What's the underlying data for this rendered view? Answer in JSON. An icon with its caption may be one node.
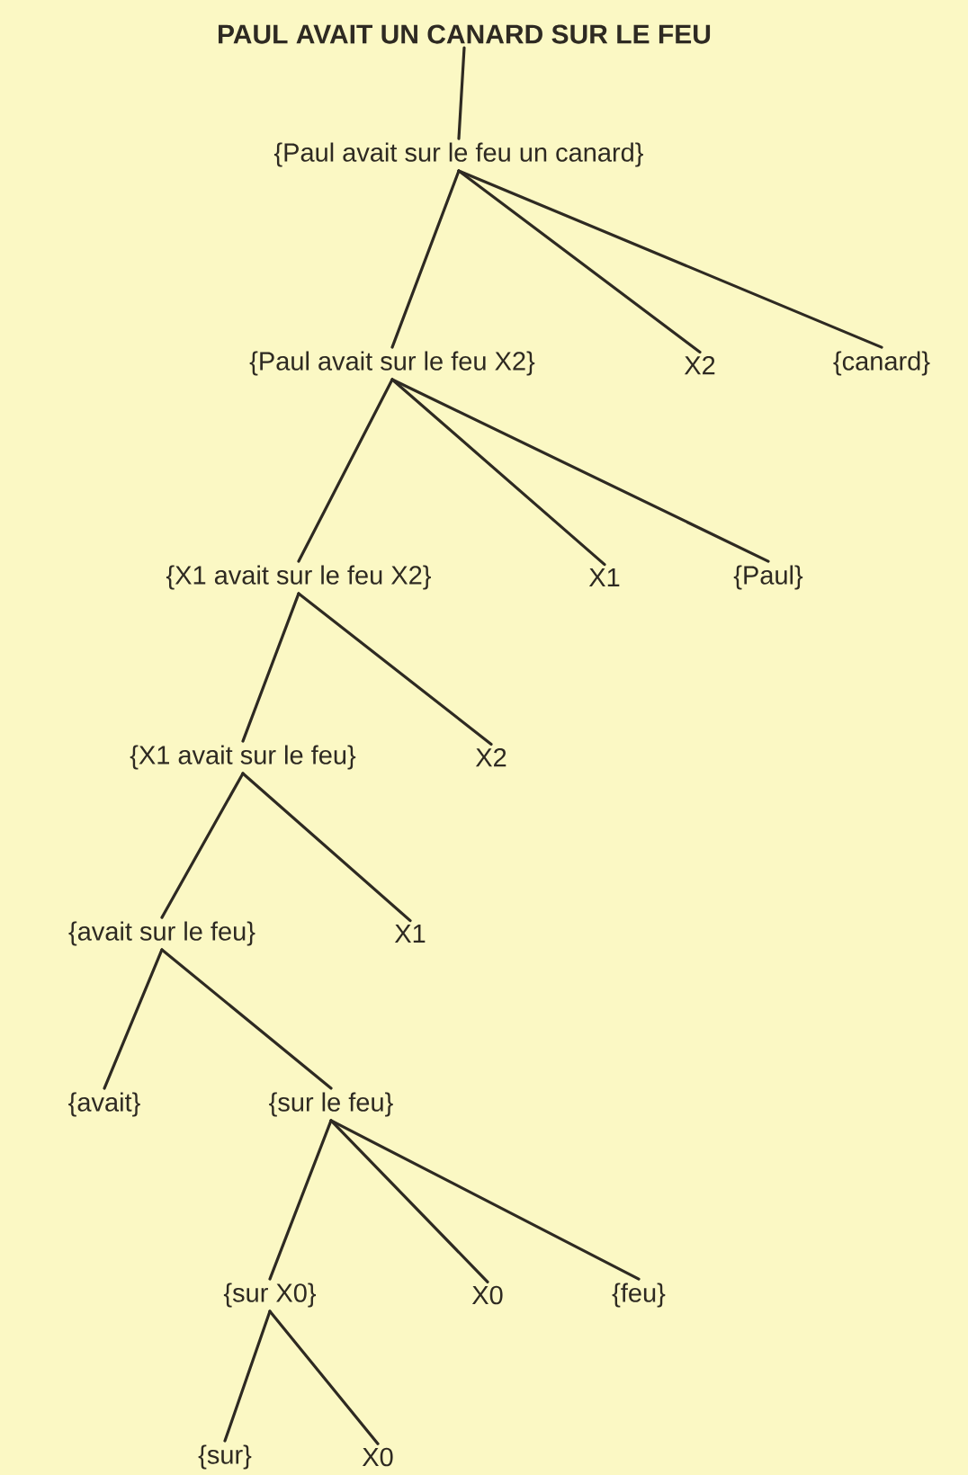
{
  "diagram": {
    "nodes": [
      {
        "text": [
          "PAUL AVAIT UN CANARD SUR LE FEU"
        ]
      },
      {
        "text": [
          "{Paul avait sur le feu un canard}"
        ]
      },
      {
        "text": [
          "{Paul avait sur le feu X2}"
        ]
      },
      {
        "text": [
          "X2"
        ]
      },
      {
        "text": [
          "{canard}"
        ]
      },
      {
        "text": [
          "{X1 avait sur le feu X2}"
        ]
      },
      {
        "text": [
          "X1"
        ]
      },
      {
        "text": [
          "{Paul}"
        ]
      },
      {
        "text": [
          "{X1 avait sur le feu}"
        ]
      },
      {
        "text": [
          "X2"
        ]
      },
      {
        "text": [
          "{avait sur le feu}"
        ]
      },
      {
        "text": [
          "X1"
        ]
      },
      {
        "text": [
          "{avait}"
        ]
      },
      {
        "text": [
          "{sur le feu}"
        ]
      },
      {
        "text": [
          "{sur X0}"
        ]
      },
      {
        "text": [
          "X0"
        ]
      },
      {
        "text": [
          "{feu}"
        ]
      },
      {
        "text": [
          "{sur}"
        ]
      },
      {
        "text": [
          "X0"
        ]
      }
    ],
    "edges": [
      {
        "from": 0,
        "to": 1,
        "arrow": "none"
      },
      {
        "from": 1,
        "to": 2,
        "arrow": "none"
      },
      {
        "from": 1,
        "to": 3,
        "arrow": "none"
      },
      {
        "from": 1,
        "to": 4,
        "arrow": "none"
      },
      {
        "from": 2,
        "to": 5,
        "arrow": "none"
      },
      {
        "from": 2,
        "to": 6,
        "arrow": "none"
      },
      {
        "from": 2,
        "to": 7,
        "arrow": "none"
      },
      {
        "from": 5,
        "to": 8,
        "arrow": "none"
      },
      {
        "from": 5,
        "to": 9,
        "arrow": "none"
      },
      {
        "from": 8,
        "to": 10,
        "arrow": "none"
      },
      {
        "from": 8,
        "to": 11,
        "arrow": "none"
      },
      {
        "from": 10,
        "to": 12,
        "arrow": "none"
      },
      {
        "from": 10,
        "to": 13,
        "arrow": "none"
      },
      {
        "from": 13,
        "to": 14,
        "arrow": "none"
      },
      {
        "from": 13,
        "to": 15,
        "arrow": "none"
      },
      {
        "from": 13,
        "to": 16,
        "arrow": "none"
      },
      {
        "from": 14,
        "to": 17,
        "arrow": "none"
      },
      {
        "from": 14,
        "to": 18,
        "arrow": "none"
      }
    ]
  }
}
